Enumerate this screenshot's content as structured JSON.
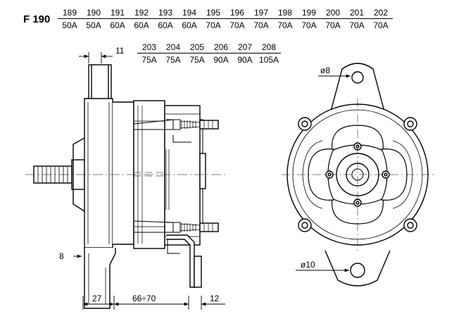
{
  "header": {
    "model": "F 190",
    "variants_row1": [
      {
        "code": "189",
        "current": "50A"
      },
      {
        "code": "190",
        "current": "50A"
      },
      {
        "code": "191",
        "current": "60A"
      },
      {
        "code": "192",
        "current": "60A"
      },
      {
        "code": "193",
        "current": "60A"
      },
      {
        "code": "194",
        "current": "60A"
      },
      {
        "code": "195",
        "current": "70A"
      },
      {
        "code": "196",
        "current": "70A"
      },
      {
        "code": "197",
        "current": "70A"
      },
      {
        "code": "198",
        "current": "70A"
      },
      {
        "code": "199",
        "current": "70A"
      },
      {
        "code": "200",
        "current": "70A"
      },
      {
        "code": "201",
        "current": "70A"
      },
      {
        "code": "202",
        "current": "70A"
      }
    ],
    "variants_row2": [
      {
        "code": "203",
        "current": "75A"
      },
      {
        "code": "204",
        "current": "75A"
      },
      {
        "code": "205",
        "current": "75A"
      },
      {
        "code": "206",
        "current": "90A"
      },
      {
        "code": "207",
        "current": "90A"
      },
      {
        "code": "208",
        "current": "105A"
      }
    ]
  },
  "dimensions": {
    "pulley_width": "11",
    "bracket_offset": "8",
    "bracket_width": "27",
    "body_length": "66÷70",
    "rear_lug": "12",
    "top_hole": "ø8",
    "bottom_hole": "ø10"
  }
}
